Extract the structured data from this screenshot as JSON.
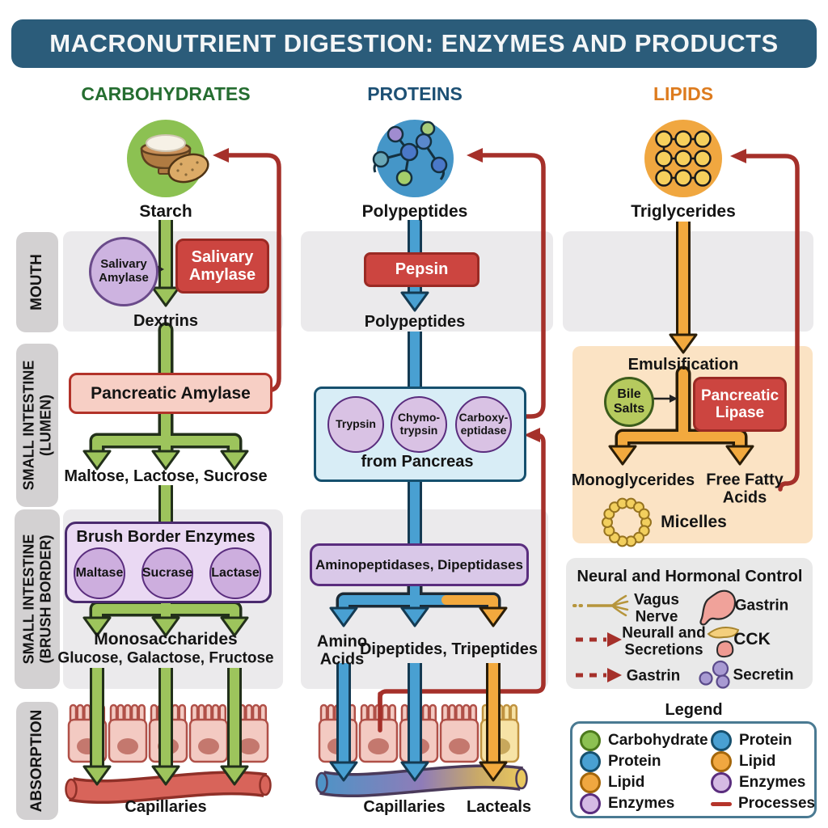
{
  "title": "MACRONUTRIENT DIGESTION: ENZYMES AND PRODUCTS",
  "columns": {
    "carbohydrates": "CARBOHYDRATES",
    "proteins": "PROTEINS",
    "lipids": "LIPIDS"
  },
  "stages": {
    "mouth": "MOUTH",
    "lumen": "SMALL INTESTINE\n(LUMEN)",
    "brush_border": "SMALL INTESTINE\n(BRUSH BORDER)",
    "absorption": "ABSORPTION"
  },
  "carbohydrates": {
    "substrate": "Starch",
    "mouth_enzyme_circle": "Salivary\nAmylase",
    "mouth_enzyme_box": "Salivary\nAmylase",
    "mouth_product": "Dextrins",
    "lumen_enzyme": "Pancreatic Amylase",
    "lumen_products": "Maltose,  Lactose,  Sucrose",
    "brush_box_title": "Brush Border Enzymes",
    "brush_enzymes": [
      "Maltase",
      "Sucrase",
      "Lactase"
    ],
    "brush_product_title": "Monosaccharides",
    "brush_products": "Glucose, Galactose, Fructose",
    "absorption_vessel": "Capillaries"
  },
  "proteins": {
    "substrate": "Polypeptides",
    "mouth_enzyme": "Pepsin",
    "mouth_product": "Polypeptides",
    "lumen_enzymes": [
      "Trypsin",
      "Chymo-\ntrypsin",
      "Carboxy-\neptidase"
    ],
    "lumen_source": "from Pancreas",
    "brush_enzymes": "Aminopeptidases, Dipeptidases",
    "product_left": "Amino\nAcids",
    "product_right": "Dipeptides, Tripeptides",
    "absorption_vessel_1": "Capillaries",
    "absorption_vessel_2": "Lacteals"
  },
  "lipids": {
    "substrate": "Triglycerides",
    "lumen_process": "Emulsification",
    "bile": "Bile\nSalts",
    "lumen_enzyme": "Pancreatic\nLipase",
    "product_left": "Monoglycerides",
    "product_right": "Free Fatty\nAcids",
    "micelles": "Micelles"
  },
  "neural": {
    "title": "Neural and Hormonal Control",
    "vagus": "Vagus\nNerve",
    "gastrin_right": "Gastrin",
    "neural_secretions": "Neurall and\nSecretions",
    "cck": "CCK",
    "gastrin_left": "Gastrin",
    "secretin": "Secretin"
  },
  "legend": {
    "title": "Legend",
    "items": [
      {
        "label": "Carbohydrate",
        "color": "#8cc152"
      },
      {
        "label": "Protein",
        "color": "#4596c8"
      },
      {
        "label": "Lipid",
        "color": "#f0a740"
      },
      {
        "label": "Enzymes",
        "color": "#d5bbe4"
      },
      {
        "label": "Protein",
        "color": "#4596c8"
      },
      {
        "label": "Lipid",
        "color": "#f0a740"
      },
      {
        "label": "Enzymes",
        "color": "#d5bbe4"
      },
      {
        "label": "Processes",
        "color": "#b5342a"
      }
    ]
  },
  "colors": {
    "header_bg": "#2b5c7a",
    "carb_accent": "#256d30",
    "protein_accent": "#1d5074",
    "lipid_accent": "#dd7b1e",
    "process_red": "#a5302a",
    "enzyme_red_box": "#cc4540",
    "enzyme_purple": "#d5bbe4",
    "carb_arrow": "#9dc45c",
    "protein_arrow": "#49a0d2",
    "lipid_arrow": "#f2a93e"
  }
}
